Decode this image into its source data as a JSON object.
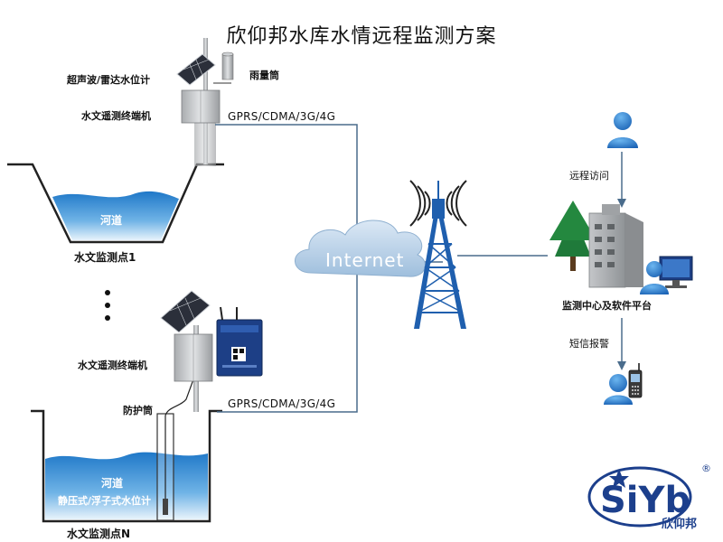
{
  "title": "欣仰邦水库水情远程监测方案",
  "station1": {
    "sensor_label": "超声波/雷达水位计",
    "rain_gauge_label": "雨量筒",
    "terminal_label": "水文遥测终端机",
    "link_label": "GPRS/CDMA/3G/4G",
    "water_label": "河道",
    "station_label": "水文监测点1"
  },
  "stationN": {
    "terminal_label": "水文遥测终端机",
    "pipe_label": "防护筒",
    "link_label": "GPRS/CDMA/3G/4G",
    "water_label": "河道",
    "sensor_label": "静压式/浮子式水位计",
    "station_label": "水文监测点N"
  },
  "cloud_label": "Internet",
  "right": {
    "remote_access_label": "远程访问",
    "center_label": "监测中心及软件平台",
    "sms_label": "短信报警"
  },
  "logo": {
    "brand": "SiYb",
    "cn_name": "欣仰邦",
    "reg_mark": "®"
  },
  "colors": {
    "water": "#2f8fd6",
    "line": "#4a6c8c",
    "logo": "#1c3f8c",
    "cloud": "#bcd4ea"
  }
}
